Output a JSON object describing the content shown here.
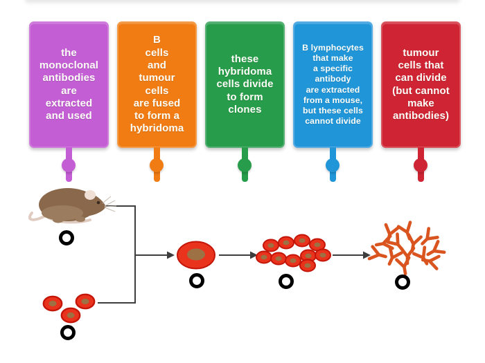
{
  "cards": [
    {
      "id": "extract-antibodies",
      "color": "#c35ed4",
      "border": "#cf7cdc",
      "lines": [
        "the",
        "monoclonal",
        "antibodies",
        "are",
        "extracted",
        "and used"
      ]
    },
    {
      "id": "fuse-hybridoma",
      "color": "#f07c13",
      "border": "#f49c4a",
      "lines": [
        "B",
        "cells",
        "and",
        "tumour",
        "cells",
        "are fused",
        "to form a",
        "hybridoma"
      ]
    },
    {
      "id": "divide-clones",
      "color": "#279c4a",
      "border": "#58b276",
      "lines": [
        "these",
        "hybridoma",
        "cells divide",
        "to form",
        "clones"
      ]
    },
    {
      "id": "b-lymphocytes",
      "color": "#2096d9",
      "border": "#57ace3",
      "lines": [
        "B lymphocytes",
        "that make",
        "a specific",
        "antibody",
        "are extracted",
        "from a mouse,",
        "but these cells",
        "cannot divide"
      ]
    },
    {
      "id": "tumour-cells",
      "color": "#ce2433",
      "border": "#da555e",
      "lines": [
        "tumour",
        "cells that",
        "can divide",
        "(but cannot",
        "make",
        "antibodies)"
      ]
    }
  ],
  "diagram": {
    "colors": {
      "line": "#3d3d3d",
      "ring": "#000000",
      "cell": "#e9331d",
      "cell_edge": "#c31508",
      "nucleus": "#8f7d4a",
      "antibody": "#d9541e",
      "mouse": "#8a684c",
      "mouse_light": "#9c7c5e",
      "mouse_ear": "#f0dfd5",
      "mouse_tail": "#e0cbc0",
      "mouse_eye": "#3a2a20",
      "mouse_whisker": "#c9beb4"
    },
    "items": [
      "mouse",
      "tumour-cells",
      "hybridoma-cell",
      "clone-cells",
      "antibodies"
    ],
    "drop_targets": 5
  }
}
